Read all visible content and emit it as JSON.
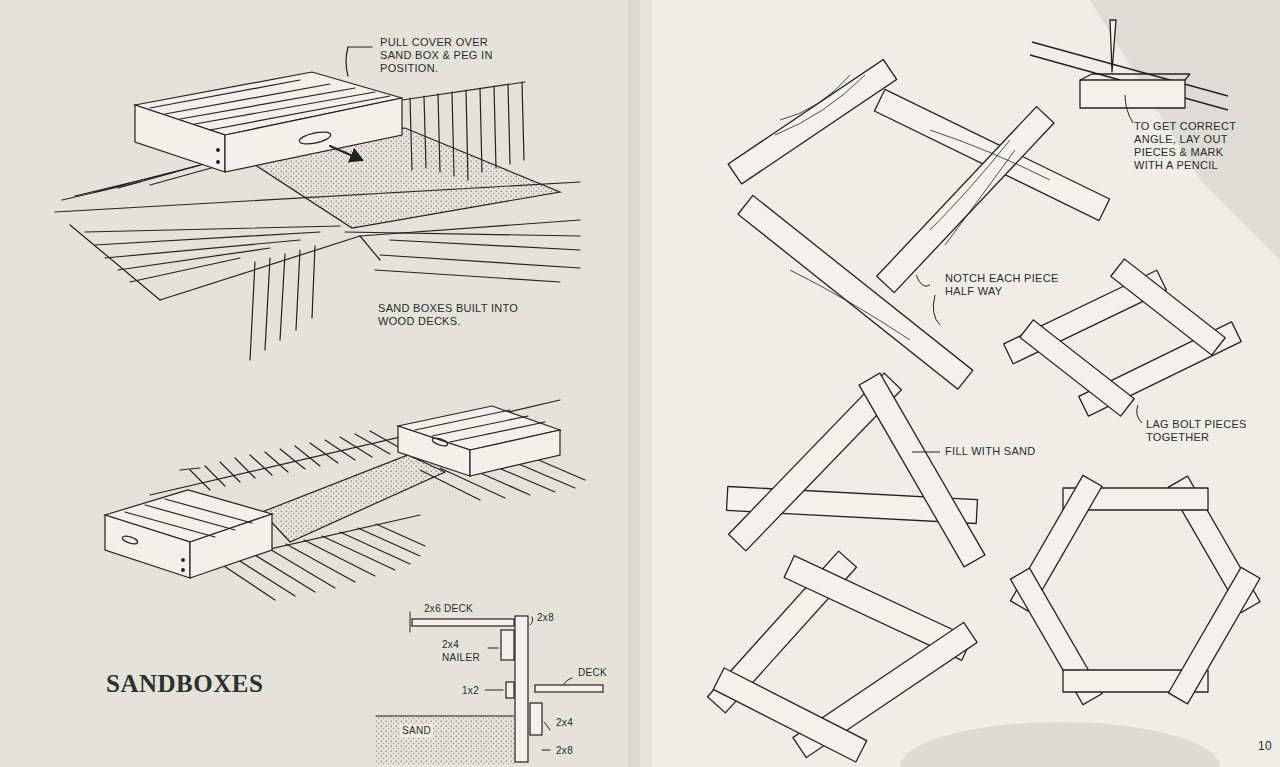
{
  "diagram": {
    "title": "SANDBOXES",
    "labels": [
      "PULL COVER OVER SAND BOX & PEG IN POSITION.",
      "SAND BOXES BUILT INTO WOOD DECKS.",
      "2x6 DECK",
      "2x8",
      "2x4 NAILER",
      "1x2",
      "DECK",
      "SAND",
      "2x4",
      "2x8",
      "TO GET CORRECT ANGLE, LAY OUT PIECES & MARK WITH A PENCIL",
      "NOTCH EACH PIECE HALF WAY",
      "LAG BOLT PIECES TOGETHER",
      "FILL WITH SAND",
      "10"
    ]
  }
}
